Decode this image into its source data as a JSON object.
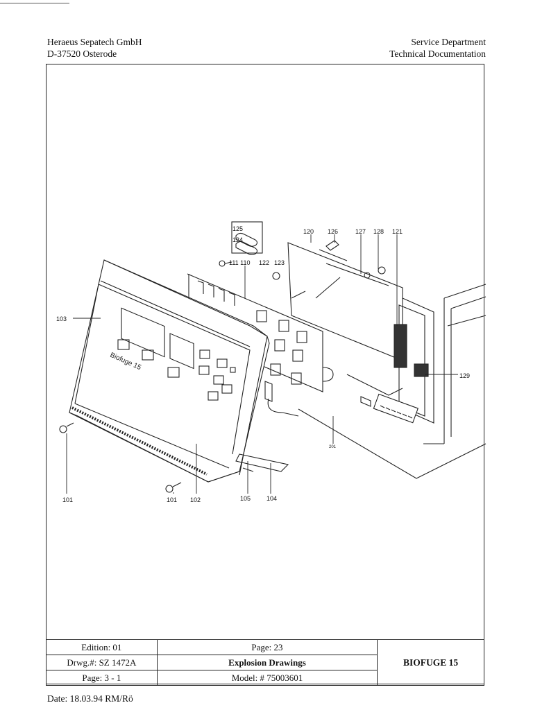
{
  "header": {
    "company": "Heraeus Sepatech GmbH",
    "address": "D-37520 Osterode",
    "department": "Service Department",
    "doc_type": "Technical Documentation"
  },
  "drawing": {
    "brand_text": "Biofuge 15",
    "callouts": {
      "c103": "103",
      "c101a": "101",
      "c101b": "101",
      "c102": "102",
      "c105": "105",
      "c104": "104",
      "c201": "201",
      "c129": "129",
      "c125": "125",
      "c124": "124",
      "c120": "120",
      "c126": "126",
      "c127": "127",
      "c128": "128",
      "c121": "121",
      "c111110": "111 110",
      "c122": "122",
      "c123": "123"
    }
  },
  "title_block": {
    "edition": "Edition: 01",
    "page": "Page: 23",
    "drawing_no": "Drwg.#: SZ 1472A",
    "section_title": "Explosion Drawings",
    "page_sub": "Page: 3 - 1",
    "model": "Model: # 75003601",
    "product": "BIOFUGE 15"
  },
  "footer": {
    "date": "Date: 18.03.94 RM/Rö"
  }
}
